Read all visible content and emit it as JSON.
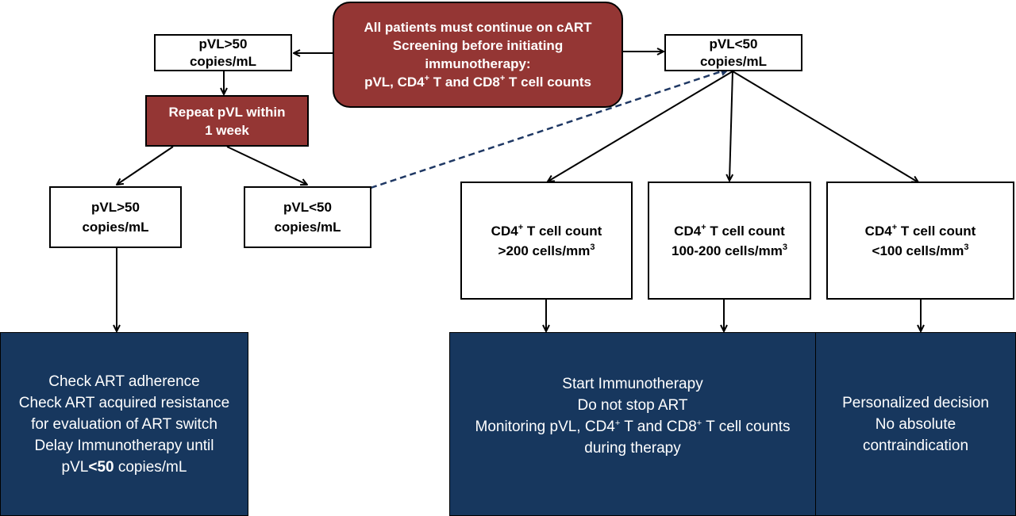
{
  "colors": {
    "red_box": "#943634",
    "blue_box": "#17375e",
    "dashed_arrow": "#1f3864"
  },
  "nodes": {
    "screening": {
      "line1": "All patients must continue on cART",
      "line2": "Screening before initiating",
      "line3": "immunotherapy:",
      "line4a": "pVL, CD4",
      "line4_sup1": "+",
      "line4b": " T and CD8",
      "line4_sup2": "+",
      "line4c": " T cell counts"
    },
    "pvl_high_top": {
      "line1": "pVL>50",
      "line2": "copies/mL"
    },
    "pvl_low_top": {
      "line1": "pVL<50",
      "line2": "copies/mL"
    },
    "repeat_pvl": {
      "line1": "Repeat pVL within",
      "line2": "1 week"
    },
    "pvl_high_repeat": {
      "line1": "pVL>50",
      "line2": "copies/mL"
    },
    "pvl_low_repeat": {
      "line1": "pVL<50",
      "line2": "copies/mL"
    },
    "cd4_high": {
      "prefix": "CD4",
      "sup": "+",
      "suffix": " T cell count",
      "line2": ">200 cells/mm",
      "line2_sup": "3"
    },
    "cd4_mid": {
      "prefix": "CD4",
      "sup": "+",
      "suffix": " T cell count",
      "line2": "100-200 cells/mm",
      "line2_sup": "3"
    },
    "cd4_low": {
      "prefix": "CD4",
      "sup": "+",
      "suffix": " T cell count",
      "line2": "<100 cells/mm",
      "line2_sup": "3"
    },
    "action_unsuppressed": {
      "line1": "Check ART adherence",
      "line2": "Check ART acquired resistance",
      "line3": "for evaluation of ART switch",
      "line4": "Delay Immunotherapy until",
      "line5a": "pVL",
      "line5b": "<50",
      "line5c": " copies/mL"
    },
    "action_start": {
      "line1": "Start Immunotherapy",
      "line2": "Do not stop ART",
      "line3a": "Monitoring pVL, CD4",
      "line3_sup1": "+",
      "line3b": " T and CD8",
      "line3_sup2": "+",
      "line3c": " T cell counts",
      "line4": "during therapy"
    },
    "action_personalized": {
      "line1": "Personalized decision",
      "line2": "No absolute",
      "line3": "contraindication"
    }
  }
}
